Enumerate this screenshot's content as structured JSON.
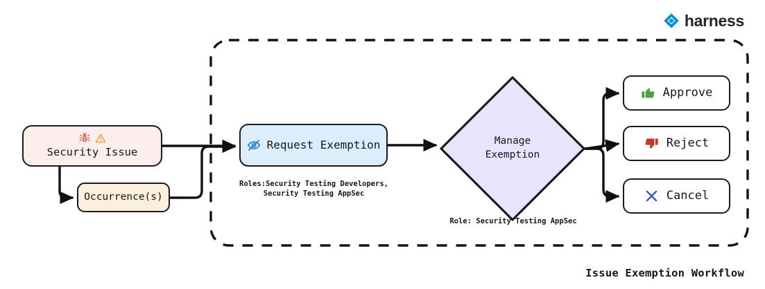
{
  "brand": {
    "name": "harness",
    "logo_icon": "harness-diamond-logo-icon",
    "color": "#0092E4"
  },
  "diagram": {
    "title": "Issue Exemption Workflow",
    "container_style": "dashed-rounded-boundary"
  },
  "nodes": {
    "security_issue": {
      "label": "Security Issue",
      "icons": [
        "bug-icon",
        "warning-triangle-icon"
      ],
      "bg": "#fdeeee",
      "icon_colors": {
        "bug": "#E8432B",
        "warning": "#F0A33C"
      }
    },
    "occurrences": {
      "label": "Occurrence(s)",
      "bg": "#fcefdc"
    },
    "request_exemption": {
      "label": "Request Exemption",
      "icon": "eye-off-icon",
      "icon_color": "#2B7FE0",
      "bg": "#dceefb",
      "caption": "Roles:Security Testing Developers,\nSecurity Testing AppSec"
    },
    "manage_exemption": {
      "label": "Manage\nExemption",
      "bg": "#e8e4fb",
      "shape": "diamond",
      "caption": "Role: Security Testing AppSec"
    },
    "approve": {
      "label": "Approve",
      "icon": "thumbs-up-icon",
      "icon_color": "#46A046",
      "bg": "#ffffff"
    },
    "reject": {
      "label": "Reject",
      "icon": "thumbs-down-icon",
      "icon_color": "#CC3524",
      "bg": "#ffffff"
    },
    "cancel": {
      "label": "Cancel",
      "icon": "cross-x-icon",
      "icon_color": "#2B56C4",
      "bg": "#ffffff"
    }
  },
  "edges": [
    {
      "from": "security_issue",
      "to": "request_exemption"
    },
    {
      "from": "security_issue",
      "to": "occurrences"
    },
    {
      "from": "occurrences",
      "to": "request_exemption"
    },
    {
      "from": "request_exemption",
      "to": "manage_exemption"
    },
    {
      "from": "manage_exemption",
      "to": "approve"
    },
    {
      "from": "manage_exemption",
      "to": "reject"
    },
    {
      "from": "manage_exemption",
      "to": "cancel"
    }
  ]
}
